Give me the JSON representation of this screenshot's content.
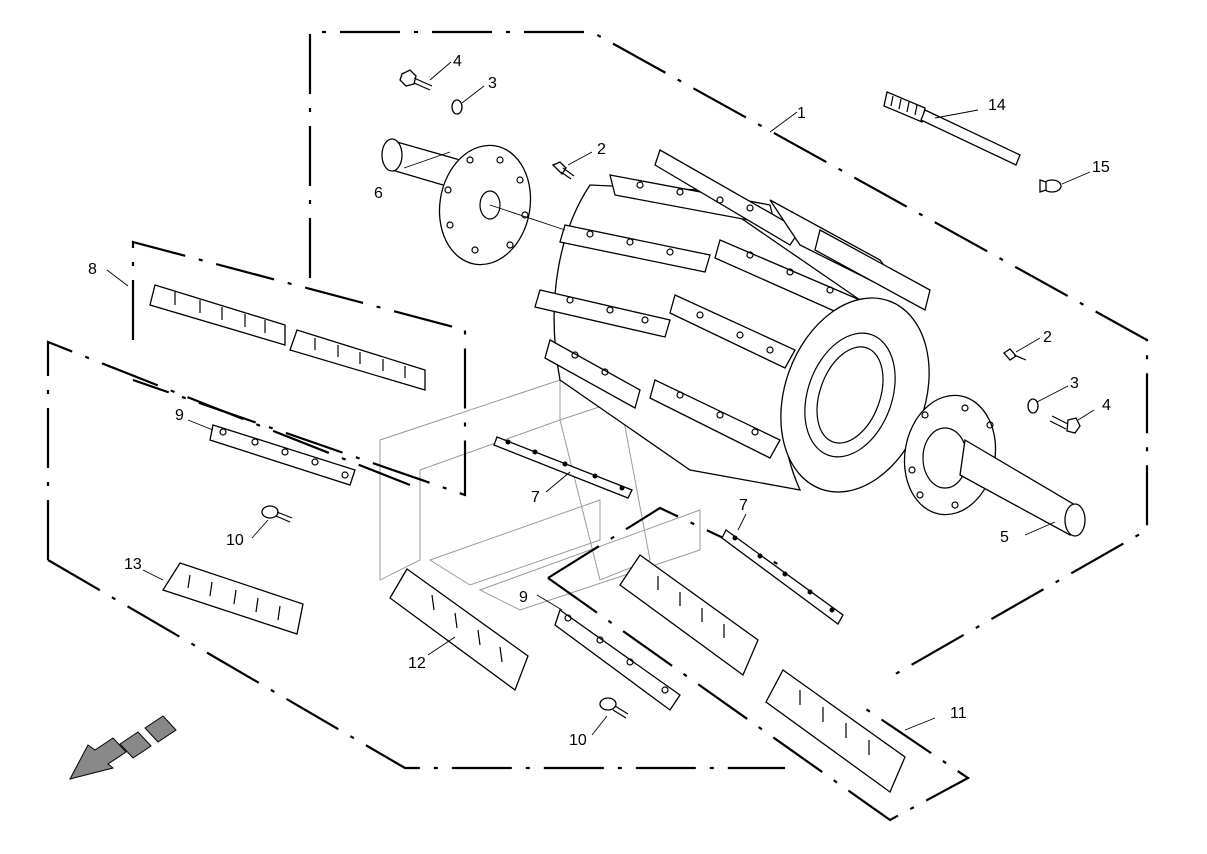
{
  "diagram": {
    "callouts": [
      {
        "id": "c1",
        "label": "1"
      },
      {
        "id": "c2a",
        "label": "2"
      },
      {
        "id": "c2b",
        "label": "2"
      },
      {
        "id": "c3a",
        "label": "3"
      },
      {
        "id": "c3b",
        "label": "3"
      },
      {
        "id": "c4a",
        "label": "4"
      },
      {
        "id": "c4b",
        "label": "4"
      },
      {
        "id": "c5",
        "label": "5"
      },
      {
        "id": "c6",
        "label": "6"
      },
      {
        "id": "c7a",
        "label": "7"
      },
      {
        "id": "c7b",
        "label": "7"
      },
      {
        "id": "c8",
        "label": "8"
      },
      {
        "id": "c9a",
        "label": "9"
      },
      {
        "id": "c9b",
        "label": "9"
      },
      {
        "id": "c10a",
        "label": "10"
      },
      {
        "id": "c10b",
        "label": "10"
      },
      {
        "id": "c11",
        "label": "11"
      },
      {
        "id": "c12",
        "label": "12"
      },
      {
        "id": "c13",
        "label": "13"
      },
      {
        "id": "c14",
        "label": "14"
      },
      {
        "id": "c15",
        "label": "15"
      }
    ],
    "direction_arrow_icon": "forward-arrow-icon"
  }
}
